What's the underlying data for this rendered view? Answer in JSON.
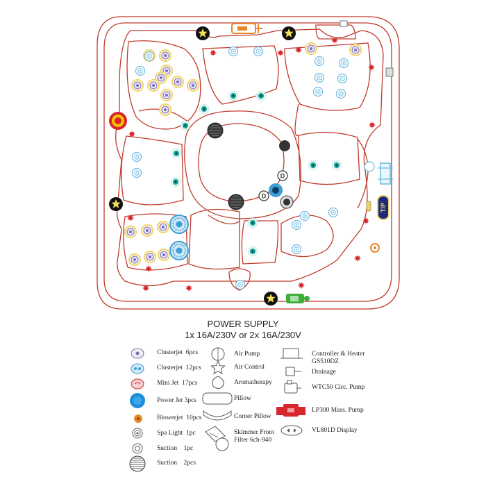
{
  "power_supply": {
    "title": "POWER SUPPLY",
    "options": "1x 16A/230V or 2x 16A/230V"
  },
  "device_labels": {
    "tp_badge": "T/P",
    "d_label": "D"
  },
  "legend": {
    "col1": [
      {
        "label": "Clusterjet  6pcs",
        "icon": "clusterjet-icon"
      },
      {
        "label": "Clusterjet  12pcs",
        "icon": "clusterjet-blue-icon"
      },
      {
        "label": "Mini Jet  17pcs",
        "icon": "mini-jet-icon"
      },
      {
        "label": "Power Jet 3pcs",
        "icon": "power-jet-icon"
      },
      {
        "label": "Blowerjet  10pcs",
        "icon": "blowerjet-icon"
      },
      {
        "label": "Spa Light  1pc",
        "icon": "spa-light-icon"
      },
      {
        "label": "Suction    1pc",
        "icon": "suction-icon"
      },
      {
        "label": "Suction    2pcs",
        "icon": "suction-grille-icon"
      }
    ],
    "col2": [
      {
        "label": "Air Pump",
        "icon": "air-pump-icon"
      },
      {
        "label": "Air Control",
        "icon": "air-control-icon"
      },
      {
        "label": "Aromatherapy",
        "icon": "aromatherapy-icon"
      },
      {
        "label": "Pillow",
        "icon": "pillow-icon"
      },
      {
        "label": "Corner Pillow",
        "icon": "corner-pillow-icon"
      },
      {
        "label": "Skimmer Front\nFilter 6ch-940",
        "icon": "skimmer-filter-icon"
      }
    ],
    "col3": [
      {
        "label": "Controller & Heater\nGS510DZ",
        "icon": "controller-heater-icon"
      },
      {
        "label": "Drainage",
        "icon": "drainage-icon"
      },
      {
        "label": "WTC50 Circ. Pump",
        "icon": "circ-pump-icon"
      },
      {
        "label": "LP300 Mass. Pump",
        "icon": "massage-pump-icon"
      },
      {
        "label": "VL801D Display",
        "icon": "display-icon"
      }
    ]
  },
  "colors": {
    "outline": "#c0392b",
    "jet_blue": "#3b9fd6",
    "teal": "#17a89c",
    "clusterjet_purple": "#7b6fb8",
    "ring_yellow": "#f2d56b",
    "red_accent": "#d7262c",
    "orange": "#e8872a",
    "green": "#3cae3c",
    "navy": "#1d2a7a"
  }
}
